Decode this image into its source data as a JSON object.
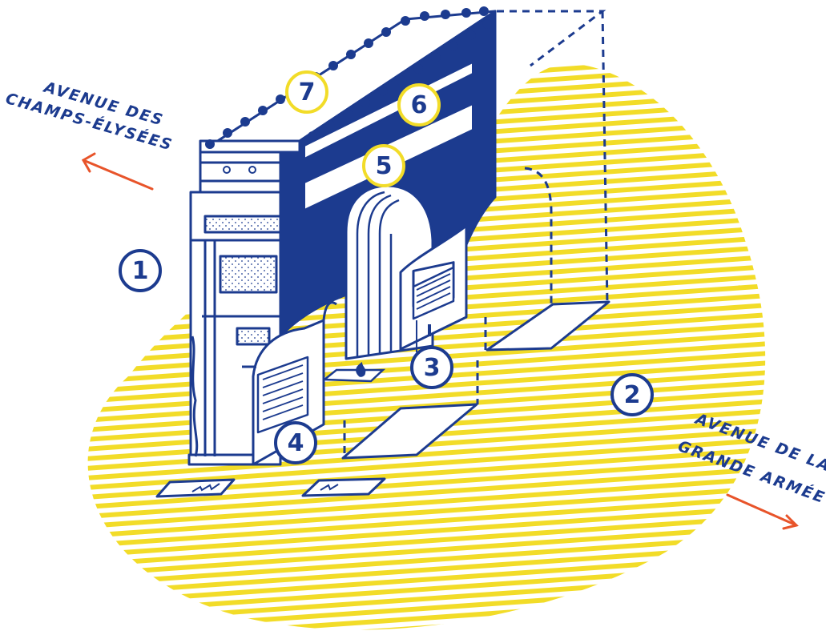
{
  "colors": {
    "navy": "#1c3b8f",
    "yellow": "#f2dc28",
    "orange": "#e8542a",
    "white": "#ffffff"
  },
  "labels": {
    "champs_line1": "AVENUE DES",
    "champs_line2": "CHAMPS-ÉLYSÉES",
    "grande_line1": "AVENUE DE LA",
    "grande_line2": "GRANDE ARMÉE"
  },
  "callouts": {
    "c1": "1",
    "c2": "2",
    "c3": "3",
    "c4": "4",
    "c5": "5",
    "c6": "6",
    "c7": "7"
  },
  "icons": {
    "arrow_left": "arrow-up-left-icon",
    "arrow_right": "arrow-down-right-icon",
    "flame": "eternal-flame-icon"
  }
}
